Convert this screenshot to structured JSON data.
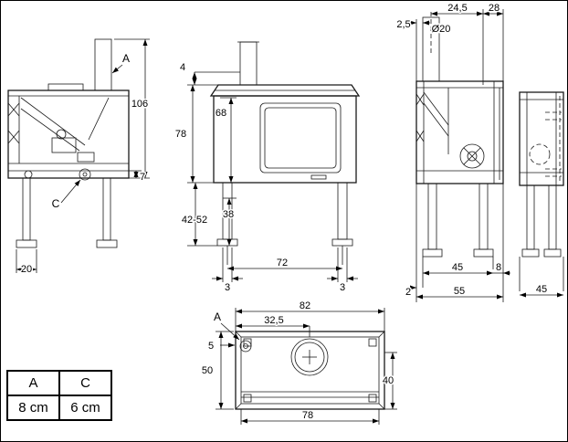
{
  "views": {
    "side_left": {
      "label_A": "A",
      "label_C": "C",
      "dim_height": "106",
      "dim_base": "7",
      "dim_foot": "20"
    },
    "front": {
      "dim_top": "4",
      "dim_height": "78",
      "dim_firebox": "68",
      "dim_legs": "42-52",
      "dim_clearance": "38",
      "dim_width": "72",
      "dim_leg_left": "3",
      "dim_leg_right": "3"
    },
    "side_right": {
      "dim_rear_gap": "2,5",
      "dim_flue_center": "24,5",
      "dim_flue_front": "28",
      "dim_flue_diameter": "Ø20",
      "dim_feet_span": "45",
      "dim_front_offset": "8",
      "dim_rear_offset": "2",
      "dim_depth": "55"
    },
    "rear": {
      "dim_width": "45"
    },
    "plan": {
      "label_A": "A",
      "dim_width": "82",
      "dim_flue_x": "32,5",
      "dim_left_offset": "5",
      "dim_depth": "50",
      "dim_front_depth": "40",
      "dim_inner_width": "78"
    }
  },
  "table": {
    "headers": [
      "A",
      "C"
    ],
    "values": [
      "8 cm",
      "6 cm"
    ]
  }
}
